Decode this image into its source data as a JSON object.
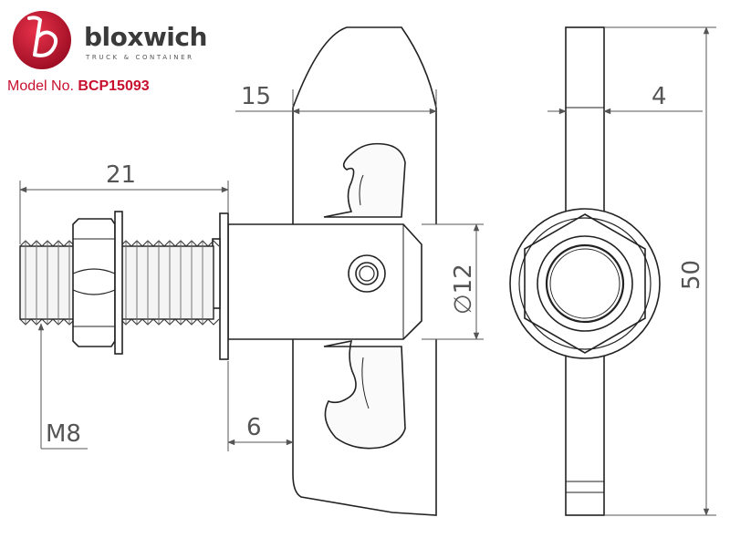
{
  "brand": {
    "name": "bloxwich",
    "tagline": "TRUCK & CONTAINER",
    "logo_letter": "b",
    "logo_color": "#c8102e"
  },
  "model": {
    "label": "Model No.",
    "number": "BCP15093",
    "color": "#c8102e"
  },
  "dimensions": {
    "top_width": "15",
    "thread_length": "21",
    "thread_size": "M8",
    "flange_thickness": "6",
    "diameter": "∅12",
    "plate_thickness": "4",
    "overall_height": "50"
  }
}
